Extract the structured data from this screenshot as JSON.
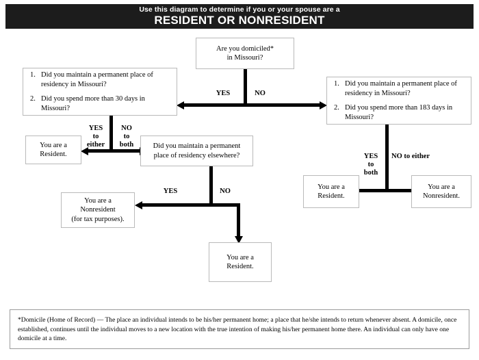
{
  "header": {
    "line1": "Use this diagram to determine if you or your spouse are a",
    "line2": "RESIDENT OR NONRESIDENT",
    "background": "#1c1c1c",
    "text_color": "#ffffff"
  },
  "nodes": {
    "start": {
      "id": "are-you-domiciled",
      "line1": "Are you domiciled*",
      "line2": "in Missouri?"
    },
    "left_questions": {
      "id": "left-questions",
      "items": [
        {
          "num": "1.",
          "text": "Did you maintain a permanent place of residency in Missouri?"
        },
        {
          "num": "2.",
          "text": "Did you spend more than 30 days in Missouri?"
        }
      ]
    },
    "right_questions": {
      "id": "right-questions",
      "items": [
        {
          "num": "1.",
          "text": "Did you maintain a permanent place of residency in Missouri?"
        },
        {
          "num": "2.",
          "text": "Did you spend more than 183 days in Missouri?"
        }
      ]
    },
    "left_resident": {
      "id": "left-resident",
      "line1": "You are a",
      "line2": "Resident."
    },
    "elsewhere_question": {
      "id": "elsewhere-question",
      "line1": "Did you maintain a permanent",
      "line2": "place of residency elsewhere?"
    },
    "nonresident_tax": {
      "id": "nonresident-tax",
      "line1": "You are a",
      "line2": "Nonresident",
      "line3": "(for tax purposes)."
    },
    "bottom_resident": {
      "id": "bottom-resident",
      "line1": "You are a",
      "line2": "Resident."
    },
    "right_resident": {
      "id": "right-resident",
      "line1": "You are a",
      "line2": "Resident."
    },
    "right_nonresident": {
      "id": "right-nonresident",
      "line1": "You are a",
      "line2": "Nonresident."
    }
  },
  "edge_labels": {
    "top_yes": "YES",
    "top_no": "NO",
    "left_yes_either": "YES\nto\neither",
    "left_no_both": "NO\nto\nboth",
    "mid_yes": "YES",
    "mid_no": "NO",
    "right_yes_both": "YES\nto\nboth",
    "right_no_either": "NO to either"
  },
  "footnote": {
    "text": "*Domicile (Home of Record) — The place an individual intends to be his/her permanent home; a place that he/she intends to return whenever absent.  A domicile, once established, continues until the individual moves to a new location with the true intention of making his/her permanent home there.  An individual can only have one domicile at a time."
  },
  "chart_data": {
    "type": "diagram",
    "title": "RESIDENT OR NONRESIDENT decision flowchart"
  }
}
